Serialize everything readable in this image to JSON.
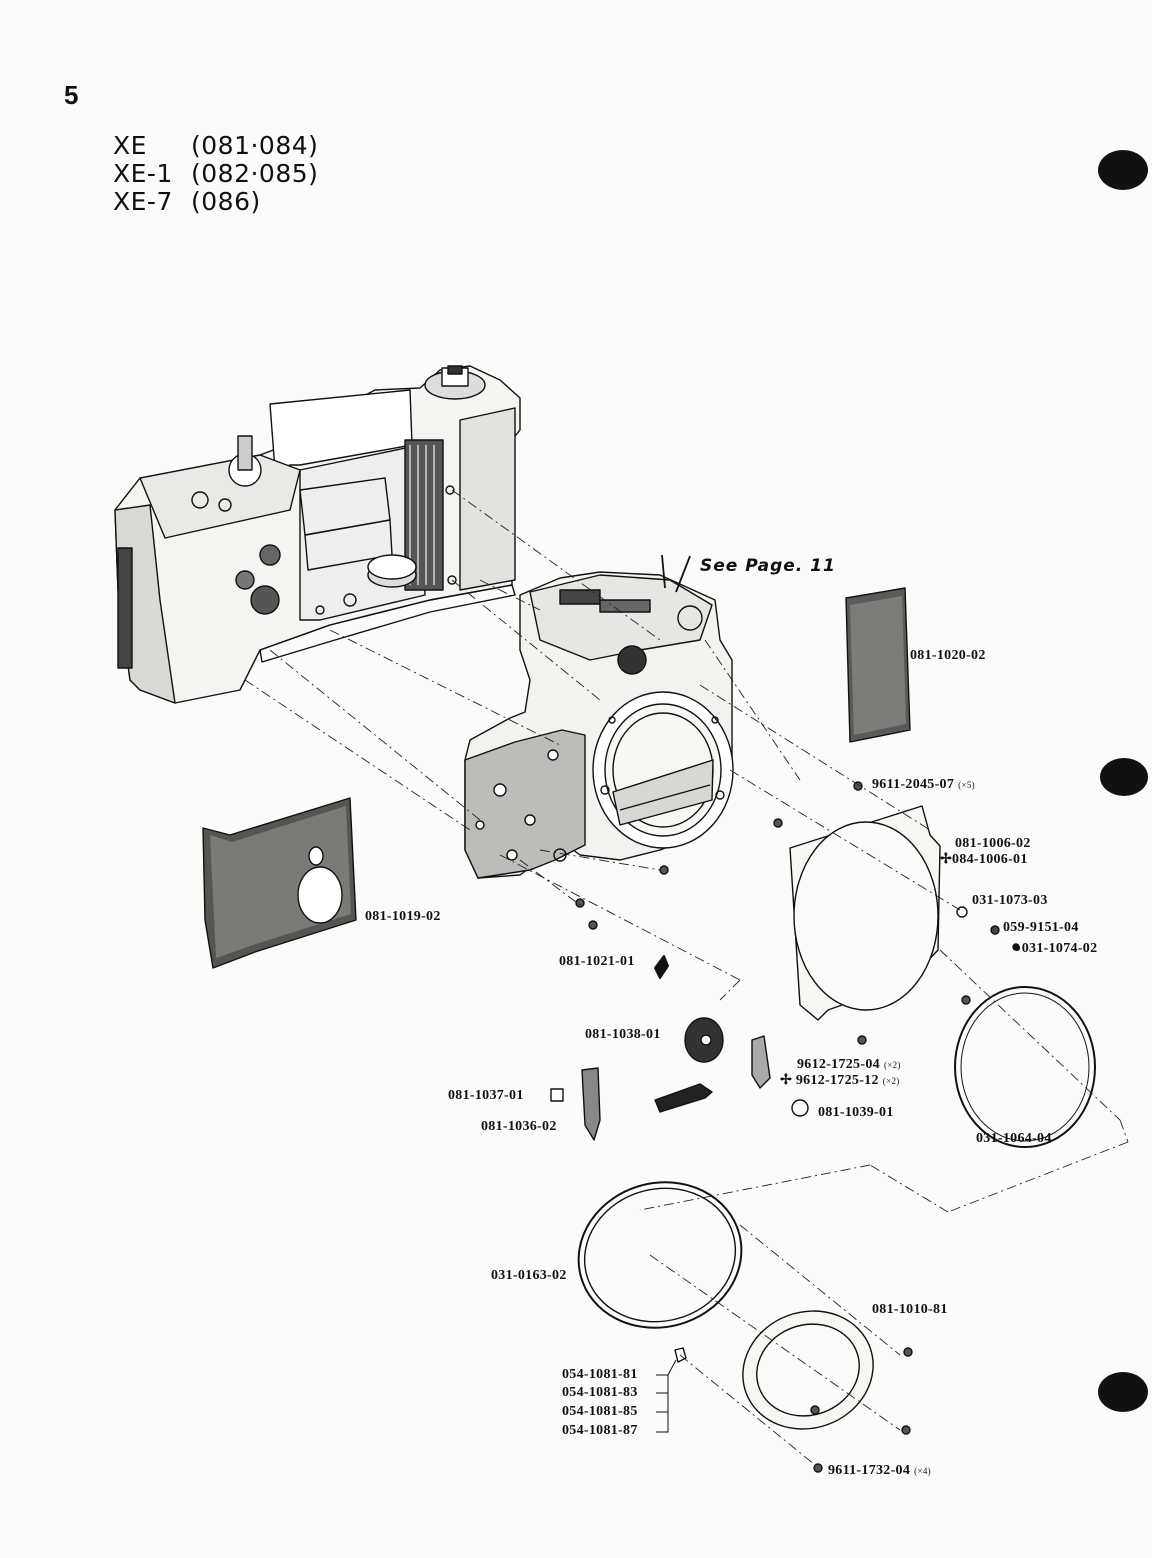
{
  "page_number": "5",
  "models": [
    {
      "name": "XE",
      "codes": "(081·084)"
    },
    {
      "name": "XE-1",
      "codes": "(082·085)"
    },
    {
      "name": "XE-7",
      "codes": "(086)"
    }
  ],
  "see_page": "See Page. 11",
  "parts": {
    "p1": {
      "num": "081-1020-02",
      "qty": ""
    },
    "p2": {
      "num": "9611-2045-07",
      "qty": "(×5)"
    },
    "p3": {
      "num": "081-1006-02",
      "qty": ""
    },
    "p4": {
      "num": "✢084-1006-01",
      "qty": ""
    },
    "p5": {
      "num": "031-1073-03",
      "qty": ""
    },
    "p6": {
      "num": "059-9151-04",
      "qty": ""
    },
    "p7": {
      "num": "●031-1074-02",
      "qty": ""
    },
    "p8": {
      "num": "081-1019-02",
      "qty": ""
    },
    "p9": {
      "num": "081-1021-01",
      "qty": ""
    },
    "p10": {
      "num": "081-1038-01",
      "qty": ""
    },
    "p11": {
      "num": "9612-1725-04",
      "qty": "(×2)"
    },
    "p12": {
      "num": "✢ 9612-1725-12",
      "qty": "(×2)"
    },
    "p13": {
      "num": "081-1037-01",
      "qty": ""
    },
    "p14": {
      "num": "081-1036-02",
      "qty": ""
    },
    "p15": {
      "num": "081-1039-01",
      "qty": ""
    },
    "p16": {
      "num": "031-1064-04",
      "qty": ""
    },
    "p17": {
      "num": "031-0163-02",
      "qty": ""
    },
    "p18": {
      "num": "081-1010-81",
      "qty": ""
    },
    "p19": {
      "num": "054-1081-81",
      "qty": ""
    },
    "p20": {
      "num": "054-1081-83",
      "qty": ""
    },
    "p21": {
      "num": "054-1081-85",
      "qty": ""
    },
    "p22": {
      "num": "054-1081-87",
      "qty": ""
    },
    "p23": {
      "num": "9611-1732-04",
      "qty": "(×4)"
    }
  }
}
